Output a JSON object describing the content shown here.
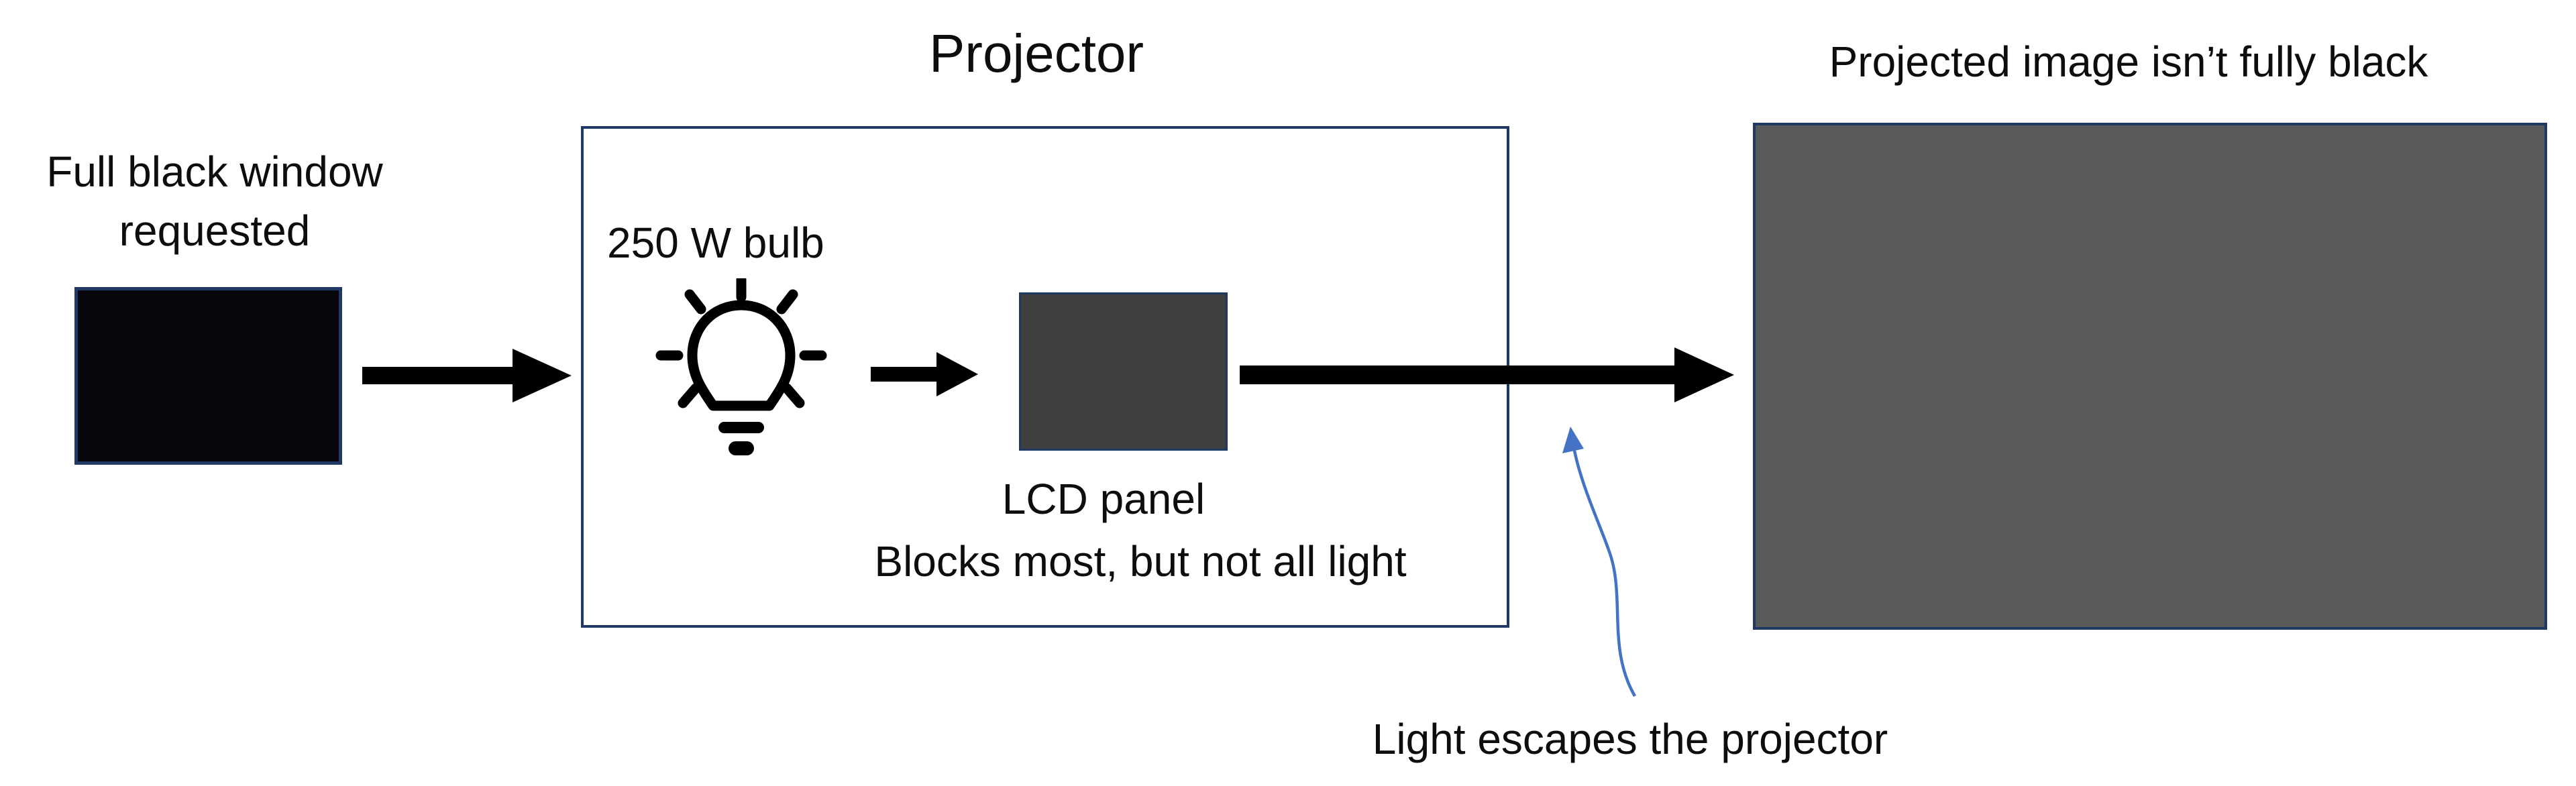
{
  "projector": {
    "title": "Projector",
    "bulb_label": "250 W bulb",
    "lcd_label": "LCD panel",
    "lcd_note": "Blocks most, but not all light"
  },
  "input": {
    "caption": "Full black window requested"
  },
  "output": {
    "caption": "Projected image isn’t fully black"
  },
  "annotation": {
    "caption": "Light escapes the projector"
  },
  "icons": {
    "bulb": "lightbulb-icon",
    "flow_arrows": "arrow-right-icon",
    "annotation_arrow": "curved-arrow-up-icon"
  },
  "colors": {
    "outline_navy": "#1f3864",
    "black_fill": "#06060c",
    "lcd_gray": "#3f3f3f",
    "screen_gray": "#595959",
    "annotation_blue": "#4472c4",
    "text_color": "#0d0d0d",
    "bg_color": "#ffffff"
  }
}
